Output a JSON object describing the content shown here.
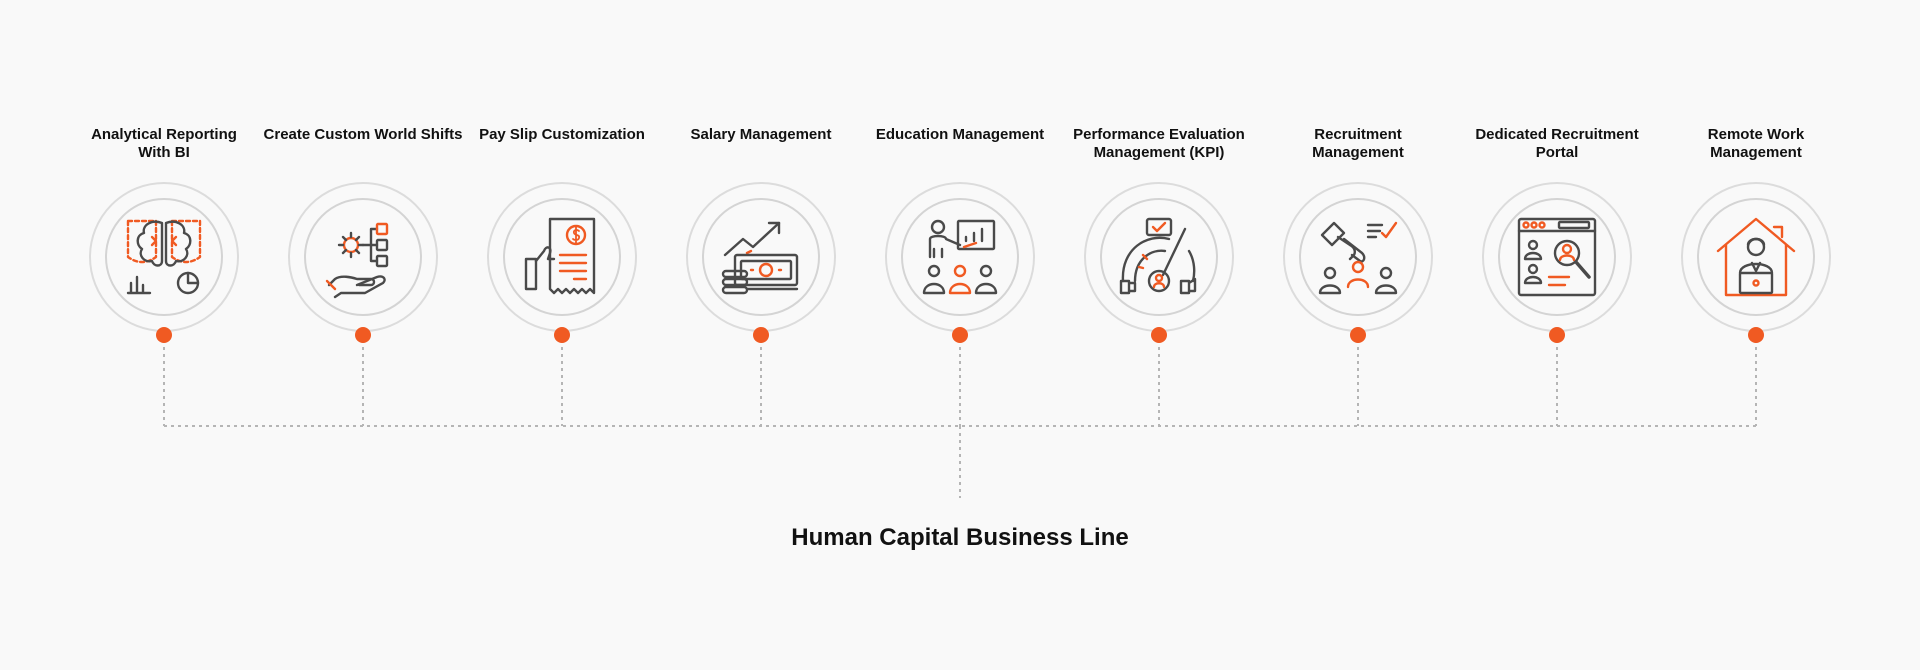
{
  "diagram": {
    "title": "Human Capital Business Line",
    "accent_color": "#f05a22",
    "icon_color": "#4a4a4a",
    "connector_color": "#b5b5b5",
    "items": [
      {
        "label": "Analytical Reporting\nWith BI",
        "icon": "brain-analytics-icon"
      },
      {
        "label": "Create Custom World Shifts",
        "icon": "hand-flowchart-icon"
      },
      {
        "label": "Pay Slip Customization",
        "icon": "payslip-thumbs-up-icon"
      },
      {
        "label": "Salary Management",
        "icon": "cash-growth-icon"
      },
      {
        "label": "Education Management",
        "icon": "classroom-presentation-icon"
      },
      {
        "label": "Performance Evaluation\nManagement (KPI)",
        "icon": "performance-gauge-icon"
      },
      {
        "label": "Recruitment\nManagement",
        "icon": "hand-picking-candidate-icon"
      },
      {
        "label": "Dedicated Recruitment\nPortal",
        "icon": "browser-candidate-search-icon"
      },
      {
        "label": "Remote Work\nManagement",
        "icon": "home-laptop-worker-icon"
      }
    ]
  }
}
